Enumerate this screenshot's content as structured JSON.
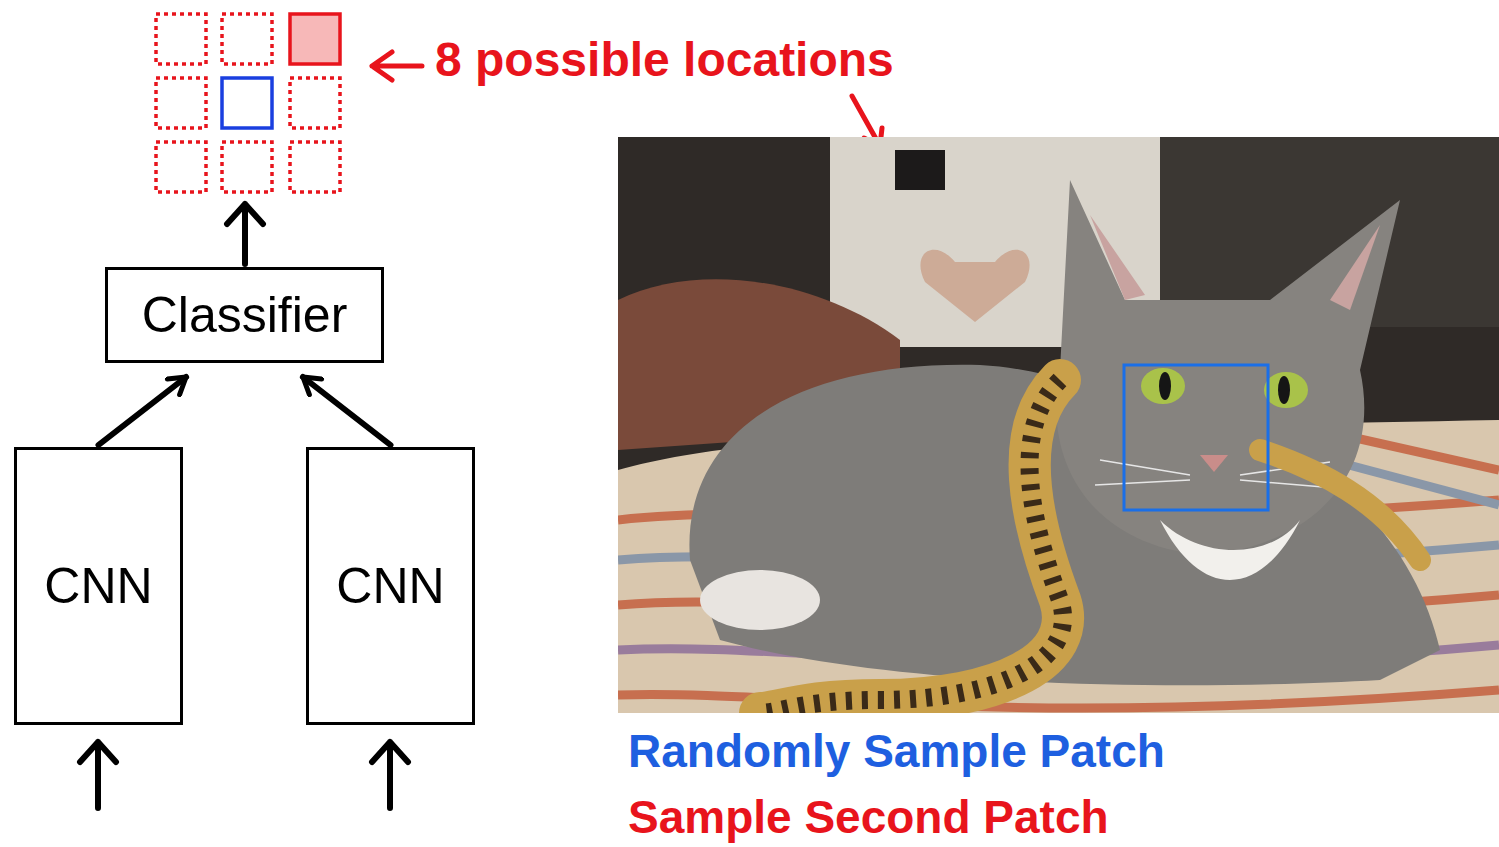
{
  "diagram": {
    "nodes": [
      {
        "text": [
          "Classifier"
        ]
      },
      {
        "text": [
          "CNN"
        ]
      },
      {
        "text": [
          "CNN"
        ]
      }
    ],
    "edges": [
      {
        "from": 1,
        "to": 0,
        "arrow": "to"
      },
      {
        "from": 2,
        "to": 0,
        "arrow": "to"
      }
    ],
    "labels": [
      "8 possible locations",
      "Randomly Sample Patch",
      "Sample Second Patch"
    ]
  }
}
